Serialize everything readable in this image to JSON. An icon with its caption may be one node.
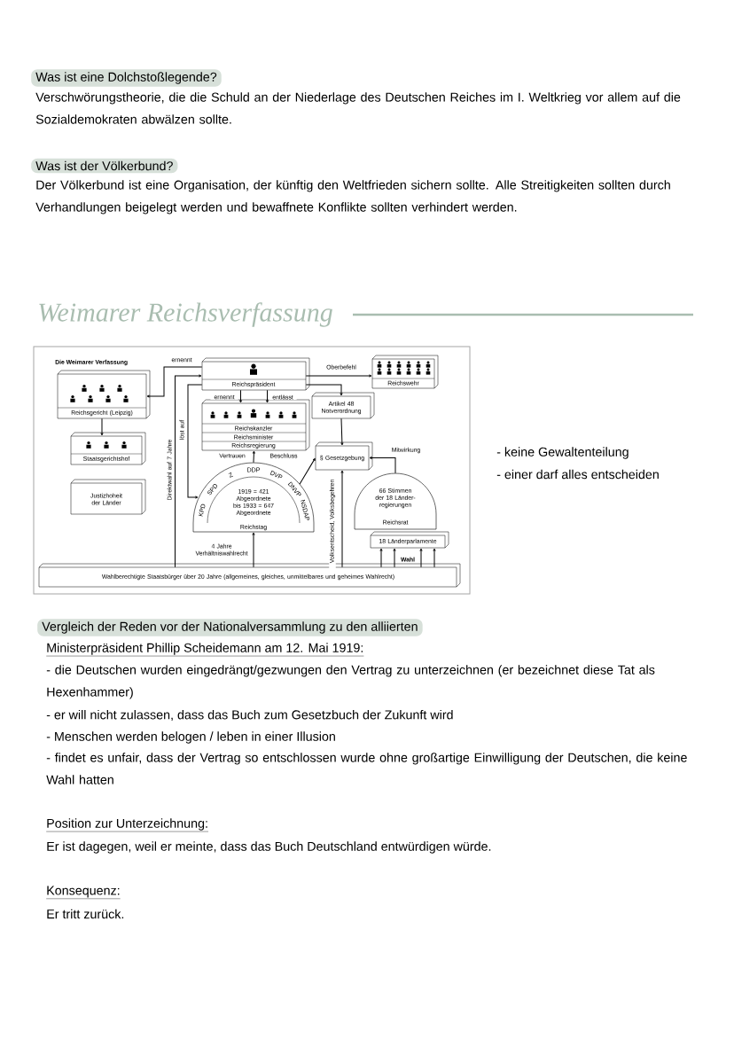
{
  "diagram": {
    "title": "Weimarer Reichsverfassung",
    "nodes": [
      {
        "text": [
          "Reichsgericht (Leipzig)"
        ]
      },
      {
        "text": [
          "Staatsgerichtshof"
        ]
      },
      {
        "text": [
          "Justizhoheit der Länder"
        ]
      },
      {
        "text": [
          "Reichspräsident"
        ]
      },
      {
        "text": [
          "Reichskanzler",
          "Reichsminister",
          "Reichsregierung"
        ]
      },
      {
        "text": [
          "Reichswehr"
        ]
      },
      {
        "text": [
          "Artikel 48 Notverordnung"
        ]
      },
      {
        "text": [
          "§ Gesetzgebung"
        ]
      },
      {
        "text": [
          "KPD",
          "SPD",
          "Z",
          "DDP",
          "DVP",
          "DNVP",
          "NSDAP",
          "1919 = 421 Abgeordnete bis 1933 = 647 Abgeordnete",
          "Reichstag"
        ]
      },
      {
        "text": [
          "66 Stimmen der 18 Länder- regierungen",
          "Reichsrat"
        ]
      },
      {
        "text": [
          "18 Länderparlamente"
        ]
      },
      {
        "text": [
          "Wahlberechtigte Staatsbürger über 20 Jahre (allgemeines, gleiches, unmittelbares und geheimes Wahlrecht)"
        ]
      }
    ],
    "edges": [
      {
        "from": 3,
        "to": 0,
        "arrow": "to",
        "label": "ernennt"
      },
      {
        "from": 0,
        "to": 1,
        "arrow": "to"
      },
      {
        "from": 3,
        "to": 5,
        "arrow": "to",
        "label": "Oberbefehl"
      },
      {
        "from": 3,
        "to": 4,
        "arrow": "to",
        "label": "ernennt"
      },
      {
        "from": 3,
        "to": 4,
        "arrow": "to",
        "label": "entlässt"
      },
      {
        "from": 3,
        "to": 6,
        "arrow": "to"
      },
      {
        "from": 6,
        "to": 7,
        "arrow": "to"
      },
      {
        "from": 8,
        "to": 4,
        "arrow": "to",
        "label": "Vertrauen"
      },
      {
        "from": 8,
        "to": 7,
        "arrow": "to",
        "label": "Beschluss"
      },
      {
        "from": 9,
        "to": 7,
        "arrow": "to",
        "label": "Mitwirkung"
      },
      {
        "from": 3,
        "to": 8,
        "arrow": "to",
        "label": "löst auf"
      },
      {
        "from": 11,
        "to": 3,
        "arrow": "to",
        "label": "Direktwahl auf 7 Jahre"
      },
      {
        "from": 11,
        "to": 8,
        "arrow": "to",
        "label": "4 Jahre Verhältniswahlrecht"
      },
      {
        "from": 11,
        "to": 7,
        "arrow": "to",
        "label": "Volksentscheid, Volksbegehren"
      },
      {
        "from": 11,
        "to": 10,
        "arrow": "to"
      },
      {
        "from": 11,
        "to": 10,
        "arrow": "to"
      },
      {
        "from": 11,
        "to": 10,
        "arrow": "to"
      },
      {
        "from": 11,
        "to": 10,
        "arrow": "to"
      }
    ],
    "labels": [
      "Was ist eine Dolchstoßlegende?",
      "Verschwörungstheorie, die die Schuld an der Niederlage des Deutschen Reiches im I. Weltkrieg vor allem auf die Sozialdemokraten abwälzen sollte.",
      "Was ist der Völkerbund?",
      "Der Völkerbund ist eine Organisation, der künftig den Weltfrieden sichern sollte. Alle Streitigkeiten sollten durch Verhandlungen beigelegt werden und bewaffnete Konflikte sollten verhindert werden.",
      "Die Weimarer Verfassung",
      "Wahl",
      "- keine Gewaltenteilung",
      "- einer darf alles entscheiden",
      "Vergleich der Reden vor der Nationalversammlung zu den alliierten",
      "Ministerpräsident Phillip Scheidemann am 12. Mai 1919:",
      "- die Deutschen wurden eingedrängt/gezwungen den Vertrag zu unterzeichnen (er bezeichnet diese Tat als Hexenhammer)",
      "- er will nicht zulassen, dass das Buch zum Gesetzbuch der Zukunft wird",
      "- Menschen werden belogen / leben in einer Illusion",
      "- findet es unfair, dass der Vertrag so entschlossen wurde ohne großartige Einwilligung der Deutschen, die keine Wahl hatten",
      "Position zur Unterzeichnung:",
      "Er ist dagegen, weil er meinte, dass das Buch Deutschland entwürdigen würde.",
      "Konsequenz:",
      "Er tritt zurück."
    ]
  }
}
